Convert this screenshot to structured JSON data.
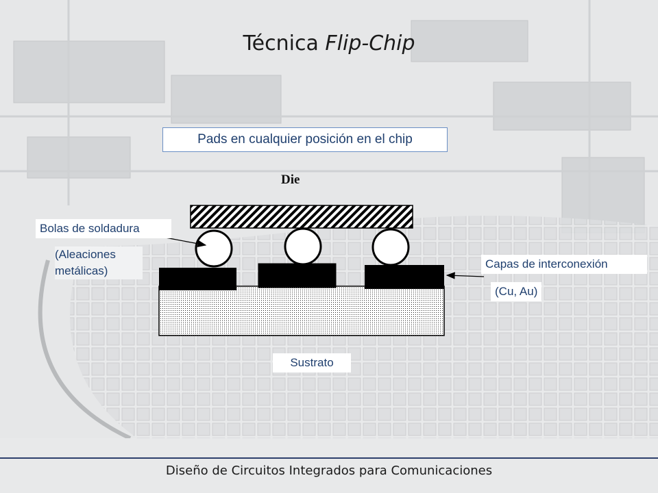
{
  "slide": {
    "title_main": "Técnica ",
    "title_italic": "Flip-Chip",
    "callout": "Pads en cualquier posición en el chip",
    "footer": "Diseño de Circuitos Integrados para Comunicaciones"
  },
  "diagram": {
    "die_label": "Die",
    "bolas_label": "Bolas de soldadura",
    "aleaciones_label": "(Aleaciones metálicas)",
    "capas_label": "Capas de interconexión",
    "cuau_label": "(Cu, Au)",
    "sustrato_label": "Sustrato"
  }
}
